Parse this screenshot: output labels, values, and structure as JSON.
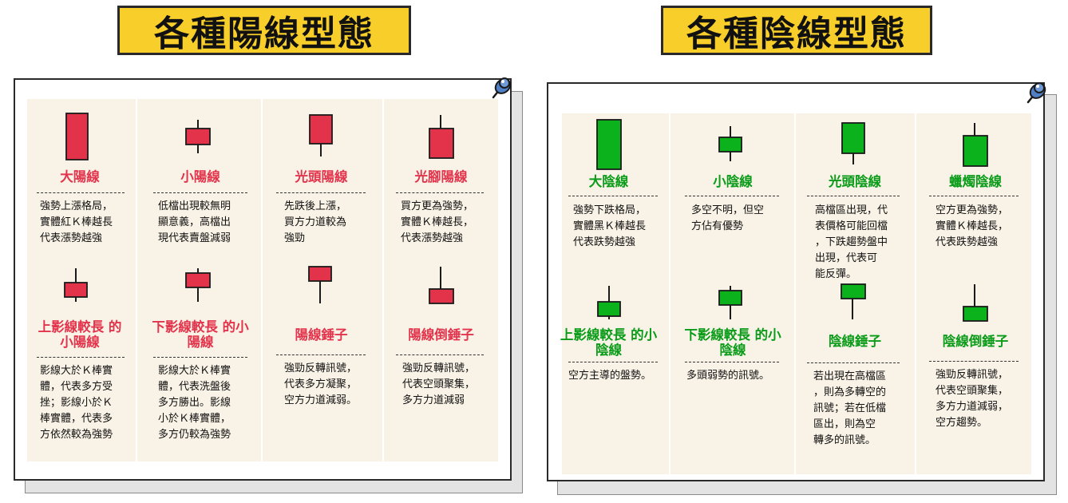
{
  "titles": {
    "yang": "各種陽線型態",
    "yin": "各種陰線型態"
  },
  "colors": {
    "yang_fill": "#e2334b",
    "yin_fill": "#0bb21b",
    "stroke": "#1a1a1a",
    "title_bg": "#f8cf2a",
    "panel_bg": "#f9f2e6"
  },
  "yang_patterns": [
    {
      "name": "大陽線",
      "desc": "強勢上漲格局，\n實體紅Ｋ棒越長\n代表漲勢越強",
      "candle": "big"
    },
    {
      "name": "小陽線",
      "desc": "低檔出現較無明\n顯意義，高檔出\n現代表賣盤減弱",
      "candle": "small"
    },
    {
      "name": "光頭陽線",
      "desc": "先跌後上漲，\n買方力道較為\n強勁",
      "candle": "shaved_head"
    },
    {
      "name": "光腳陽線",
      "desc": "買方更為強勢，\n實體Ｋ棒越長，\n代表漲勢越強",
      "candle": "shaved_foot"
    },
    {
      "name": "上影線較長\n的小陽線",
      "desc": "影線大於Ｋ棒實\n體，代表多方受\n挫；影線小於Ｋ\n棒實體，代表多\n方依然較為強勢",
      "candle": "long_upper"
    },
    {
      "name": "下影線較長\n的小陽線",
      "desc": "影線大於Ｋ棒實\n體，代表洗盤後\n多方勝出。影線\n小於Ｋ棒實體，\n多方仍較為強勢",
      "candle": "long_lower"
    },
    {
      "name": "陽線錘子",
      "desc": "強勁反轉訊號，\n代表多方凝聚，\n空方力道減弱。",
      "candle": "hammer"
    },
    {
      "name": "陽線倒錘子",
      "desc": "強勁反轉訊號，\n代表空頭聚集，\n多方力道減弱",
      "candle": "inverted_hammer"
    }
  ],
  "yin_patterns": [
    {
      "name": "大陰線",
      "desc": "強勢下跌格局，\n實體黑Ｋ棒越長\n代表跌勢越強",
      "candle": "big"
    },
    {
      "name": "小陰線",
      "desc": "多空不明，但空\n方佔有優勢",
      "candle": "small"
    },
    {
      "name": "光頭陰線",
      "desc": "高檔區出現，代\n表價格可能回檔\n，下跌趨勢盤中\n出現，代表可\n能反彈。",
      "candle": "shaved_head"
    },
    {
      "name": "蠟燭陰線",
      "desc": "空方更為強勢，\n實體Ｋ棒越長，\n代表跌勢越強",
      "candle": "candle"
    },
    {
      "name": "上影線較長\n的小陰線",
      "desc": "空方主導的盤勢。",
      "candle": "long_upper"
    },
    {
      "name": "下影線較長\n的小陰線",
      "desc": "多頭弱勢的訊號。",
      "candle": "long_lower"
    },
    {
      "name": "陰線錘子",
      "desc": "若出現在高檔區\n，則為多轉空的\n訊號；若在低檔\n區出，則為空\n轉多的訊號。",
      "candle": "hammer"
    },
    {
      "name": "陰線倒錘子",
      "desc": "強勁反轉訊號，\n代表空頭聚集，\n多方力道減弱，\n空方趨勢。",
      "candle": "inverted_hammer"
    }
  ]
}
